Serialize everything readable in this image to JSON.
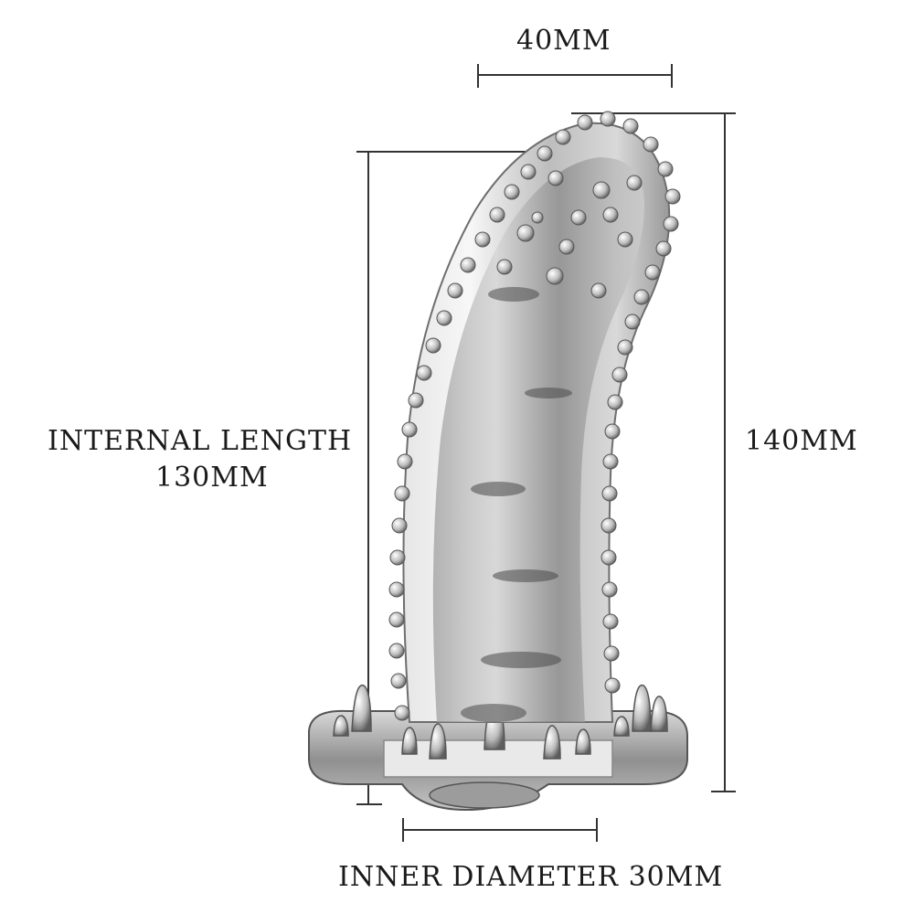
{
  "dimensions": {
    "width_label": "40MM",
    "internal_length_label_line1": "INTERNAL LENGTH",
    "internal_length_label_line2": "130MM",
    "height_label": "140MM",
    "inner_diameter_label": "INNER DIAMETER 30MM"
  },
  "product": {
    "icon": "textured-sleeve-illustration",
    "colors": {
      "background": "#ffffff",
      "dimension_line": "#333333",
      "body_light": "#f2f2f2",
      "body_mid": "#c8c8c8",
      "body_dark": "#6e6e6e"
    }
  }
}
